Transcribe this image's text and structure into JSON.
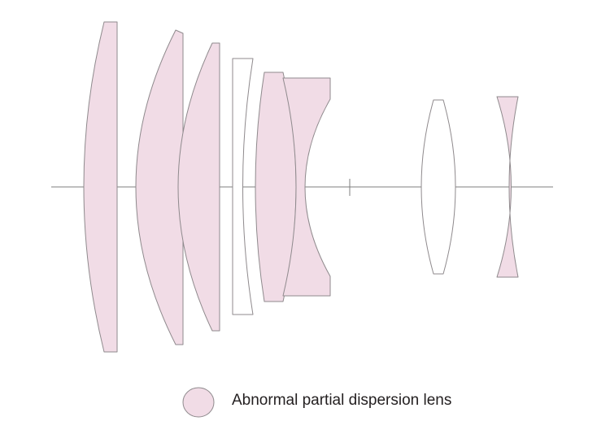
{
  "colors": {
    "special_fill": "#f1dce6",
    "normal_fill": "#ffffff",
    "outline": "#8f8a8d",
    "axis": "#7f7f7f"
  },
  "elements": [
    {
      "id": 1,
      "type": "special"
    },
    {
      "id": 2,
      "type": "special"
    },
    {
      "id": 3,
      "type": "special"
    },
    {
      "id": 4,
      "type": "normal"
    },
    {
      "id": 5,
      "type": "special"
    },
    {
      "id": 6,
      "type": "special"
    },
    {
      "id": 7,
      "type": "normal"
    },
    {
      "id": 8,
      "type": "special"
    }
  ],
  "legend": {
    "label": "Abnormal partial dispersion lens",
    "swatch_type": "special"
  }
}
